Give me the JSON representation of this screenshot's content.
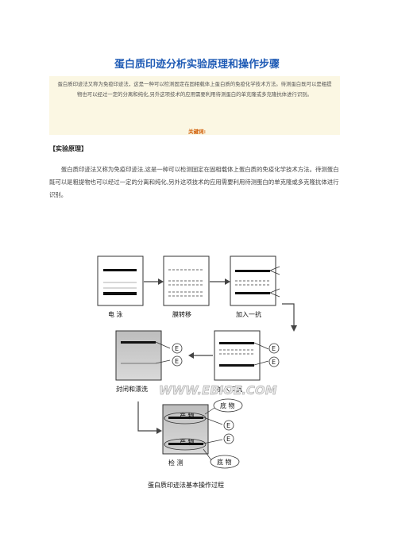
{
  "doc": {
    "title": "蛋白质印迹分析实验原理和操作步骤",
    "summary": "蛋白质印迹法又称为免疫印迹法，这是一种可以检测固定在固相载体上蛋白质的免疫化学技术方法。待测蛋白既可以是粗提物也可以经过一定的分离和纯化,另外这项技术的应用需要利用待测蛋白的单克隆或多克隆抗体进行识别。",
    "keywords_label": "关键词:",
    "section_heading": "【实验原理】",
    "paragraph": "蛋白质印迹法又称为免疫印迹法,这是一种可以检测固定在固相载体上蛋白质的免疫化学技术方法。待测蛋白既可以是粗提物也可以经过一定的分离和纯化,另外这项技术的应用需要利用待测蛋白的单克隆或多克隆抗体进行识别。"
  },
  "diagram": {
    "labels": {
      "electrophoresis": "电  泳",
      "transfer": "膜转移",
      "primary": "加入一抗",
      "block_wash": "封闭和漂洗",
      "secondary": "加入二抗",
      "detect": "检  测",
      "substrate": "底  物",
      "product": "产  物",
      "enzyme": "E",
      "watermark": "WWW.EBIOE.COM",
      "caption": "蛋白质印迹法基本操作过程"
    }
  }
}
